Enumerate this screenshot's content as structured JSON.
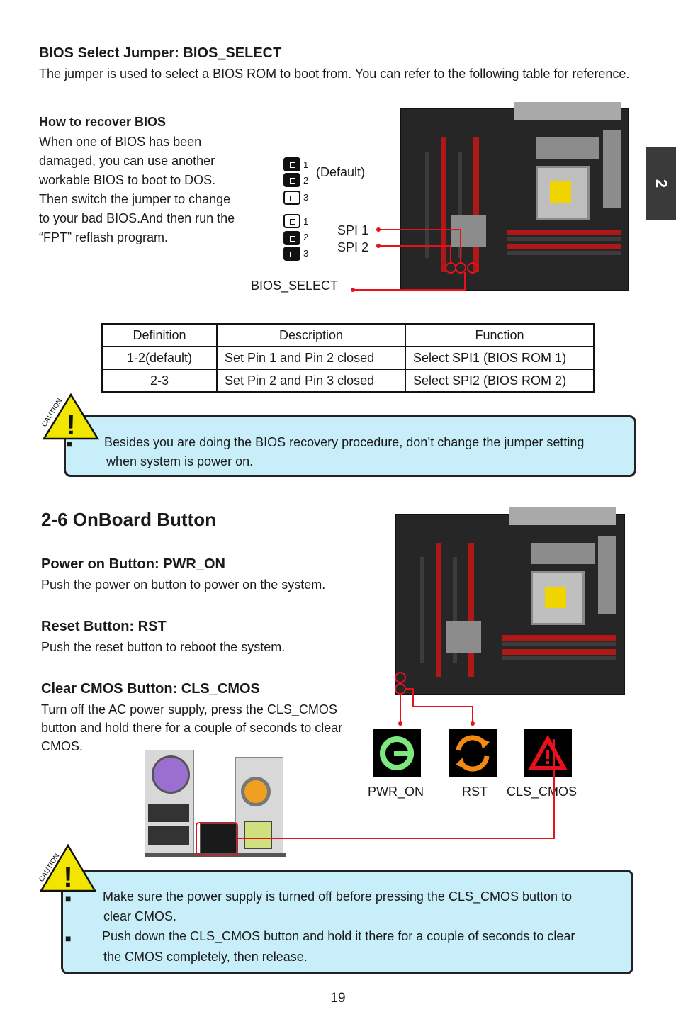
{
  "side_tab": "2",
  "bios": {
    "heading": "BIOS Select Jumper: BIOS_SELECT",
    "intro": "The jumper is used to select a BIOS ROM to boot from. You can refer to the following table for reference.",
    "recover_heading": "How to recover BIOS",
    "recover_lines": [
      "When one of BIOS has been",
      "damaged, you can use another",
      "workable BIOS to boot to DOS.",
      "Then switch the jumper to change",
      "to your bad BIOS.And then run the",
      "“FPT” reflash program."
    ],
    "pin_numbers": [
      "1",
      "2",
      "3"
    ],
    "default_label": "(Default)",
    "spi1_label": "SPI 1",
    "spi2_label": "SPI 2",
    "bios_select_label": "BIOS_SELECT"
  },
  "table": {
    "headers": [
      "Definition",
      "Description",
      "Function"
    ],
    "rows": [
      [
        "1-2(default)",
        "Set Pin 1 and Pin 2 closed",
        "Select SPI1 (BIOS ROM 1)"
      ],
      [
        "2-3",
        "Set Pin 2 and Pin 3 closed",
        "Select SPI2 (BIOS ROM 2)"
      ]
    ]
  },
  "caution_word": "CAUTION",
  "caution1": {
    "bullet": "■",
    "line1": "Besides you are doing the BIOS recovery procedure, don’t change the jumper setting",
    "line2": "when system is power on."
  },
  "onboard": {
    "heading": "2-6 OnBoard Button",
    "pwr_heading": "Power on Button: PWR_ON",
    "pwr_text": "Push the power on button to power on the system.",
    "rst_heading": "Reset Button: RST",
    "rst_text": "Push the reset button to reboot the system.",
    "cls_heading": "Clear CMOS Button: CLS_CMOS",
    "cls_lines": [
      "Turn off the AC power supply, press the CLS_CMOS",
      "button and hold there for a couple of seconds to clear",
      "CMOS."
    ],
    "pwr_label": "PWR_ON",
    "rst_label": "RST",
    "cls_label": "CLS_CMOS",
    "icons": {
      "power": "power-icon",
      "reset": "reset-icon",
      "cmos": "warning-triangle-icon"
    }
  },
  "caution2": {
    "bullet": "■",
    "item1_line1": "Make sure the power supply is turned off before pressing the CLS_CMOS button to",
    "item1_line2": "clear CMOS.",
    "item2_line1": "Push down the CLS_CMOS button and hold it there for a couple of seconds to clear",
    "item2_line2": "the CMOS completely, then release."
  },
  "page_number": "19",
  "colors": {
    "caution_bg": "#c8eefa",
    "accent_red": "#e8101a",
    "power_green": "#7de87d",
    "reset_orange": "#f08a10"
  }
}
